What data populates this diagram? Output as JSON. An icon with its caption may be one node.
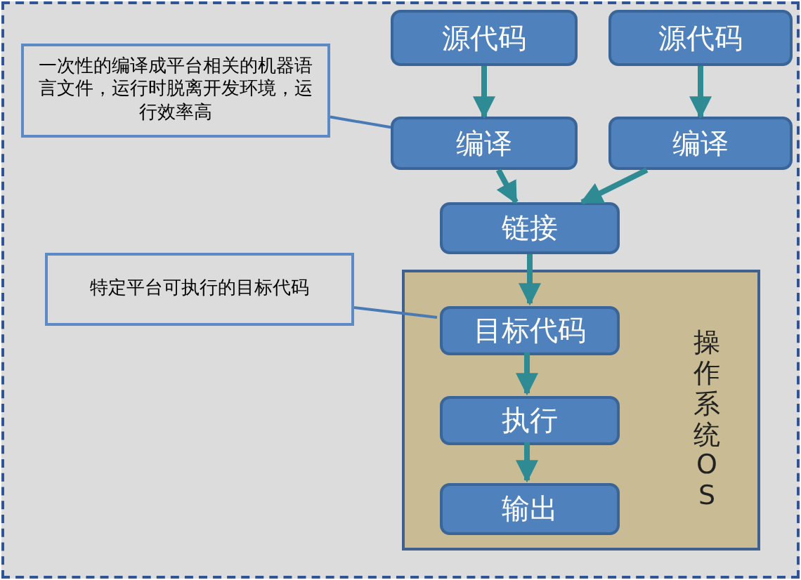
{
  "diagram": {
    "nodes": [
      {
        "text": [
          "源代码"
        ]
      },
      {
        "text": [
          "源代码"
        ]
      },
      {
        "text": [
          "编译"
        ]
      },
      {
        "text": [
          "编译"
        ]
      },
      {
        "text": [
          "一次性的编译成平台相关的机器语言文件，运行时脱离开发环境，运行效率高"
        ]
      },
      {
        "text": [
          "链接"
        ]
      },
      {
        "text": [
          "特定平台可执行的目标代码"
        ]
      },
      {
        "text": [
          "操作系统OS"
        ]
      },
      {
        "text": [
          "目标代码"
        ],
        "in": 7
      },
      {
        "text": [
          "执行"
        ],
        "in": 7
      },
      {
        "text": [
          "输出"
        ],
        "in": 7
      }
    ],
    "edges": [
      {
        "from": 0,
        "to": 2,
        "arrow": "to"
      },
      {
        "from": 1,
        "to": 3,
        "arrow": "to"
      },
      {
        "from": 2,
        "to": 5,
        "arrow": "to"
      },
      {
        "from": 3,
        "to": 5,
        "arrow": "to"
      },
      {
        "from": 5,
        "to": 8,
        "arrow": "to"
      },
      {
        "from": 8,
        "to": 9,
        "arrow": "to"
      },
      {
        "from": 9,
        "to": 10,
        "arrow": "to"
      },
      {
        "from": 4,
        "to": 2,
        "arrow": "none",
        "color": "#4a7ab5"
      },
      {
        "from": 6,
        "to": 8,
        "arrow": "none",
        "color": "#4a7ab5"
      }
    ]
  }
}
